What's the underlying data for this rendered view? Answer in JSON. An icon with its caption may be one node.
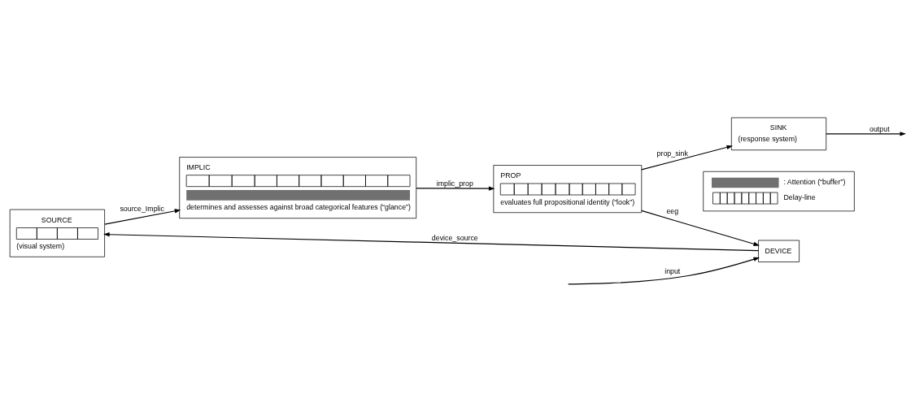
{
  "diagram": {
    "nodes": [
      {
        "text": [
          "SOURCE",
          "(visual system)"
        ]
      },
      {
        "text": [
          "DEVICE"
        ]
      },
      {
        "text": [
          "IMPLIC",
          "determines and assesses against broad categorical features (“glance”)"
        ]
      },
      {
        "text": [
          "PROP",
          "evaluates full propositional identity (“look”)"
        ]
      },
      {
        "text": [
          "SINK",
          "(response system)"
        ]
      }
    ],
    "edges": [
      {
        "from": null,
        "to": 1,
        "arrow": "to",
        "label": "input"
      },
      {
        "from": 1,
        "to": 0,
        "arrow": "to",
        "label": "device_source"
      },
      {
        "from": 0,
        "to": 2,
        "arrow": "to",
        "label": "source_Implic"
      },
      {
        "from": 2,
        "to": 3,
        "arrow": "to",
        "label": "implic_prop"
      },
      {
        "from": 3,
        "to": 1,
        "arrow": "to",
        "label": "eeg"
      },
      {
        "from": 3,
        "to": 4,
        "arrow": "to",
        "label": "prop_sink"
      },
      {
        "from": 4,
        "to": null,
        "arrow": "to",
        "label": "output"
      }
    ],
    "legend": [
      {
        "text": ": Attention (“buffer”)"
      },
      {
        "text": "Delay-line"
      }
    ]
  }
}
